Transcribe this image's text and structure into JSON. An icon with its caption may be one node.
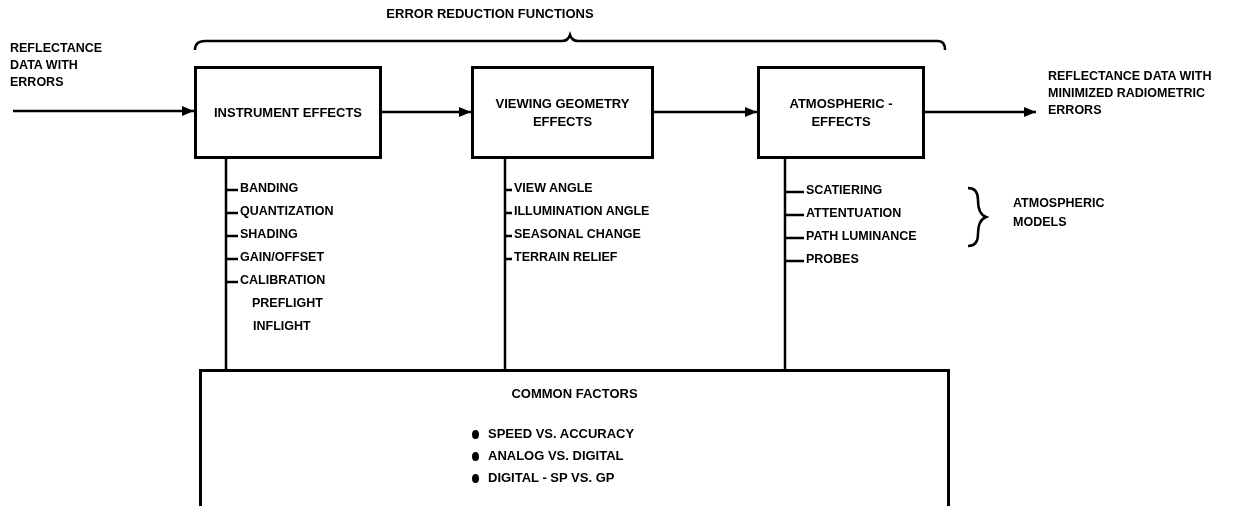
{
  "diagram": {
    "title": "ERROR REDUCTION FUNCTIONS",
    "nodes": [
      {
        "text": [
          "REFLECTANCE DATA WITH ERRORS"
        ]
      },
      {
        "text": [
          "INSTRUMENT EFFECTS"
        ]
      },
      {
        "text": [
          "VIEWING GEOMETRY EFFECTS"
        ]
      },
      {
        "text": [
          "ATMOSPHERIC -EFFECTS"
        ]
      },
      {
        "text": [
          "REFLECTANCE DATA WITH MINIMIZED RADIOMETRIC ERRORS"
        ]
      },
      {
        "text": [
          "COMMON FACTORS",
          "SPEED VS. ACCURACY",
          "ANALOG VS. DIGITAL",
          "DIGITAL - SP VS. GP"
        ]
      }
    ],
    "edges": [
      {
        "from": 0,
        "to": 1,
        "arrow": "to"
      },
      {
        "from": 1,
        "to": 2,
        "arrow": "to"
      },
      {
        "from": 2,
        "to": 3,
        "arrow": "to"
      },
      {
        "from": 3,
        "to": 4,
        "arrow": "to"
      },
      {
        "from": 1,
        "to": 5,
        "arrow": "none"
      },
      {
        "from": 2,
        "to": 5,
        "arrow": "none"
      },
      {
        "from": 3,
        "to": 5,
        "arrow": "none"
      }
    ],
    "labels": [
      "BANDING",
      "QUANTIZATION",
      "SHADING",
      "GAIN/OFFSET",
      "CALIBRATION",
      "PREFLIGHT",
      "INFLIGHT",
      "VIEW ANGLE",
      "ILLUMINATION ANGLE",
      "SEASONAL CHANGE",
      "TERRAIN RELIEF",
      "SCATIERING",
      "ATTENTUATION",
      "PATH LUMINANCE",
      "PROBES",
      "ATMOSPHERIC MODELS"
    ]
  }
}
